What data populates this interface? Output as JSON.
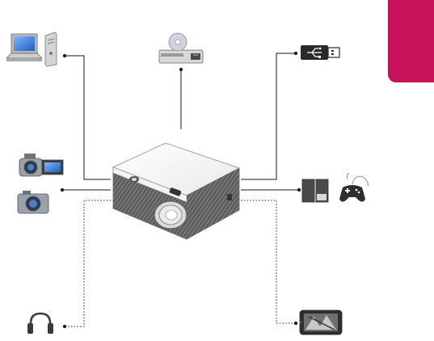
{
  "diagram": {
    "hub": {
      "name": "projector",
      "icon": "projector-icon"
    },
    "connected_devices": [
      {
        "group": "computer",
        "icons": [
          "laptop-icon",
          "desktop-tower-icon"
        ],
        "link_style": "solid"
      },
      {
        "group": "optical-disc-player",
        "icons": [
          "disc-player-icon"
        ],
        "link_style": "solid"
      },
      {
        "group": "usb-storage",
        "icons": [
          "usb-drive-icon"
        ],
        "link_style": "solid"
      },
      {
        "group": "cameras",
        "icons": [
          "camcorder-icon",
          "digital-camera-icon"
        ],
        "link_style": "solid"
      },
      {
        "group": "set-top-box-and-console",
        "icons": [
          "set-top-box-icon",
          "game-controller-icon"
        ],
        "link_style": "solid"
      },
      {
        "group": "audio",
        "icons": [
          "headphones-icon"
        ],
        "link_style": "dashed"
      },
      {
        "group": "mobile",
        "icons": [
          "smartphone-icon"
        ],
        "link_style": "dashed"
      }
    ]
  },
  "colors": {
    "section_tab": "#c8135c",
    "line": "#1a1a1a",
    "device_gray": "#9a9a9a",
    "screen_blue": "#3a7fd4",
    "usb_dark": "#2a2a2a",
    "projector_grill": "#7a7a7a"
  }
}
